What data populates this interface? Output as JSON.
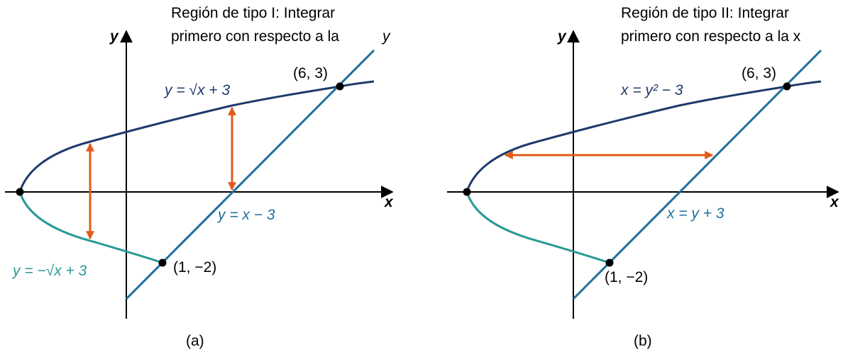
{
  "colors": {
    "upper_curve": "#1f3a6b",
    "lower_curve": "#2a9a96",
    "line": "#1f6e9c",
    "arrow": "#e05a1a",
    "axis": "#000000",
    "point": "#000000"
  },
  "panel_a": {
    "title_line1": "Región de tipo I: Integrar",
    "title_line2": "primero con respecto a la",
    "title_var": "y",
    "axis_y_label": "y",
    "axis_x_label": "x",
    "label_upper": "y = √x + 3",
    "label_lower": "y = −√x + 3",
    "label_line": "y = x − 3",
    "point_top": "(6, 3)",
    "point_bottom": "(1, −2)",
    "caption": "(a)"
  },
  "panel_b": {
    "title_line1": "Región de tipo II: Integrar",
    "title_line2": "primero con respecto a la x",
    "axis_y_label": "y",
    "axis_x_label": "x",
    "label_curve": "x = y² − 3",
    "label_line": "x = y + 3",
    "point_top": "(6, 3)",
    "point_bottom": "(1, −2)",
    "caption": "(b)"
  }
}
